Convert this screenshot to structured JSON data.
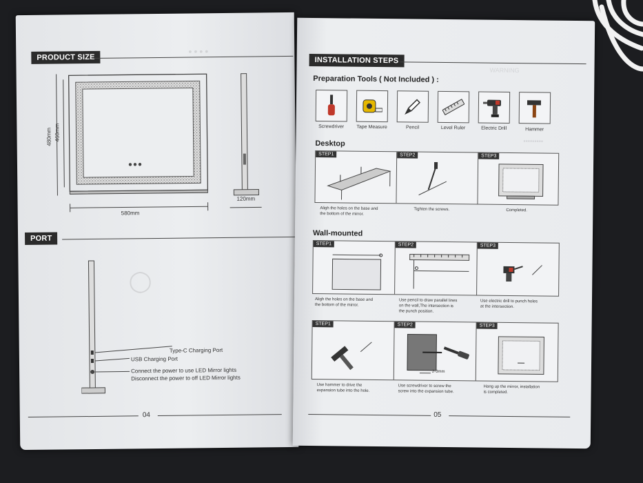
{
  "left": {
    "product_size": {
      "title": "PRODUCT SIZE",
      "dim_height_outer": "480mm",
      "dim_height_inner": "460mm",
      "dim_width": "580mm",
      "dim_depth": "120mm"
    },
    "port": {
      "title": "PORT",
      "labels": [
        "Type-C Charging Port",
        "USB Charging Port",
        "Connect the power to use LED Mirror lights",
        "Disconnect the power to off LED Mirror lights"
      ]
    },
    "page_number": "04"
  },
  "right": {
    "title": "INSTALLATION STEPS",
    "prep_title": "Preparation Tools ( Not Included ) :",
    "tools": [
      {
        "label": "Screwdriver",
        "icon": "screwdriver-icon"
      },
      {
        "label": "Tape Measure",
        "icon": "tape-measure-icon"
      },
      {
        "label": "Pencil",
        "icon": "pencil-icon"
      },
      {
        "label": "Level Ruler",
        "icon": "level-ruler-icon"
      },
      {
        "label": "Electric Drill",
        "icon": "electric-drill-icon"
      },
      {
        "label": "Hammer",
        "icon": "hammer-icon"
      }
    ],
    "desktop": {
      "title": "Desktop",
      "steps": [
        {
          "tag": "STEP1",
          "caption": "Aligh the holes on the base and\nthe bottom of the mirror."
        },
        {
          "tag": "STEP2",
          "caption": "Tighten the screws."
        },
        {
          "tag": "STEP3",
          "caption": "Completed."
        }
      ]
    },
    "wall": {
      "title": "Wall-mounted",
      "row1": [
        {
          "tag": "STEP1",
          "caption": "Aligh the holes on the base and\nthe bottom of the mirror."
        },
        {
          "tag": "STEP2",
          "caption": "Use pencil to draw parallel lines\non the wall,The intersection is\nthe punch position."
        },
        {
          "tag": "STEP3",
          "caption": "Use electric drill to punch holes\nat the intersection."
        }
      ],
      "row2": [
        {
          "tag": "STEP1",
          "caption": "Use hammer to drive the\nexpansion tube into the hole."
        },
        {
          "tag": "STEP2",
          "caption": "Use screwdriver to screw the\nscrew into the expansion tube.",
          "dim": "2-3mm"
        },
        {
          "tag": "STEP3",
          "caption": "Hang up the mirror, installation\nis completed."
        }
      ]
    },
    "page_number": "05"
  }
}
